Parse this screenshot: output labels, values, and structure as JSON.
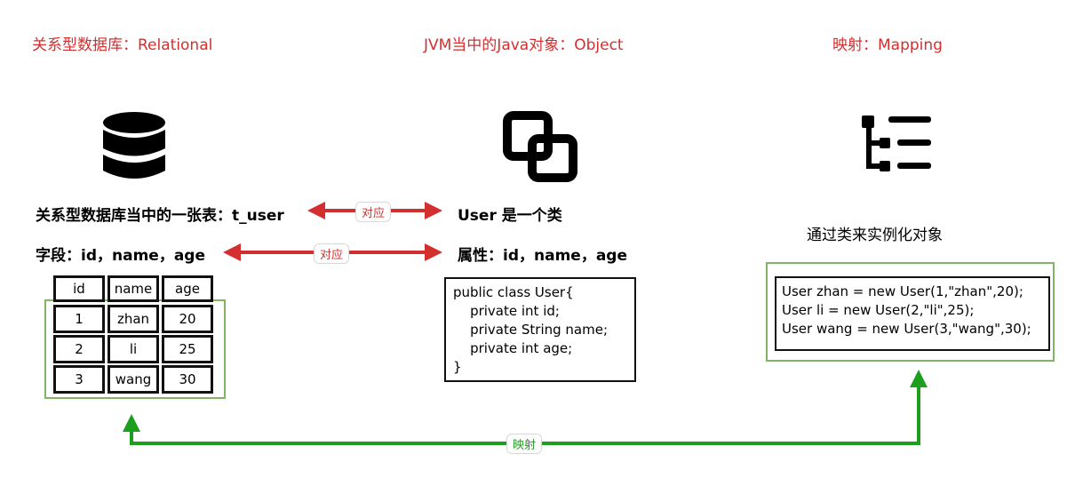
{
  "headers": {
    "relational": "关系型数据库：Relational",
    "object": "JVM当中的Java对象：Object",
    "mapping": "映射：Mapping"
  },
  "icons": {
    "database": "database-icon",
    "object": "overlapping-squares-icon",
    "mapping": "tree-list-icon"
  },
  "left": {
    "table_label": "关系型数据库当中的一张表：t_user",
    "fields_label": "字段：id，name，age",
    "table": {
      "columns": [
        "id",
        "name",
        "age"
      ],
      "rows": [
        [
          "1",
          "zhan",
          "20"
        ],
        [
          "2",
          "li",
          "25"
        ],
        [
          "3",
          "wang",
          "30"
        ]
      ]
    }
  },
  "middle": {
    "class_label": "User 是一个类",
    "attrs_label": "属性：id，name，age",
    "code": "public class User{\n    private int id;\n    private String name;\n    private int age;\n}"
  },
  "right": {
    "caption": "通过类来实例化对象",
    "code": "User zhan = new User(1,\"zhan\",20);\nUser li = new User(2,\"li\",25);\nUser wang = new User(3,\"wang\",30);"
  },
  "arrows": {
    "correspond1": "对应",
    "correspond2": "对应",
    "mapping": "映射"
  },
  "colors": {
    "header_red": "#d32f2f",
    "arrow_red": "#d32f2f",
    "arrow_green": "#1e9e1e",
    "box_green": "#82b366"
  }
}
